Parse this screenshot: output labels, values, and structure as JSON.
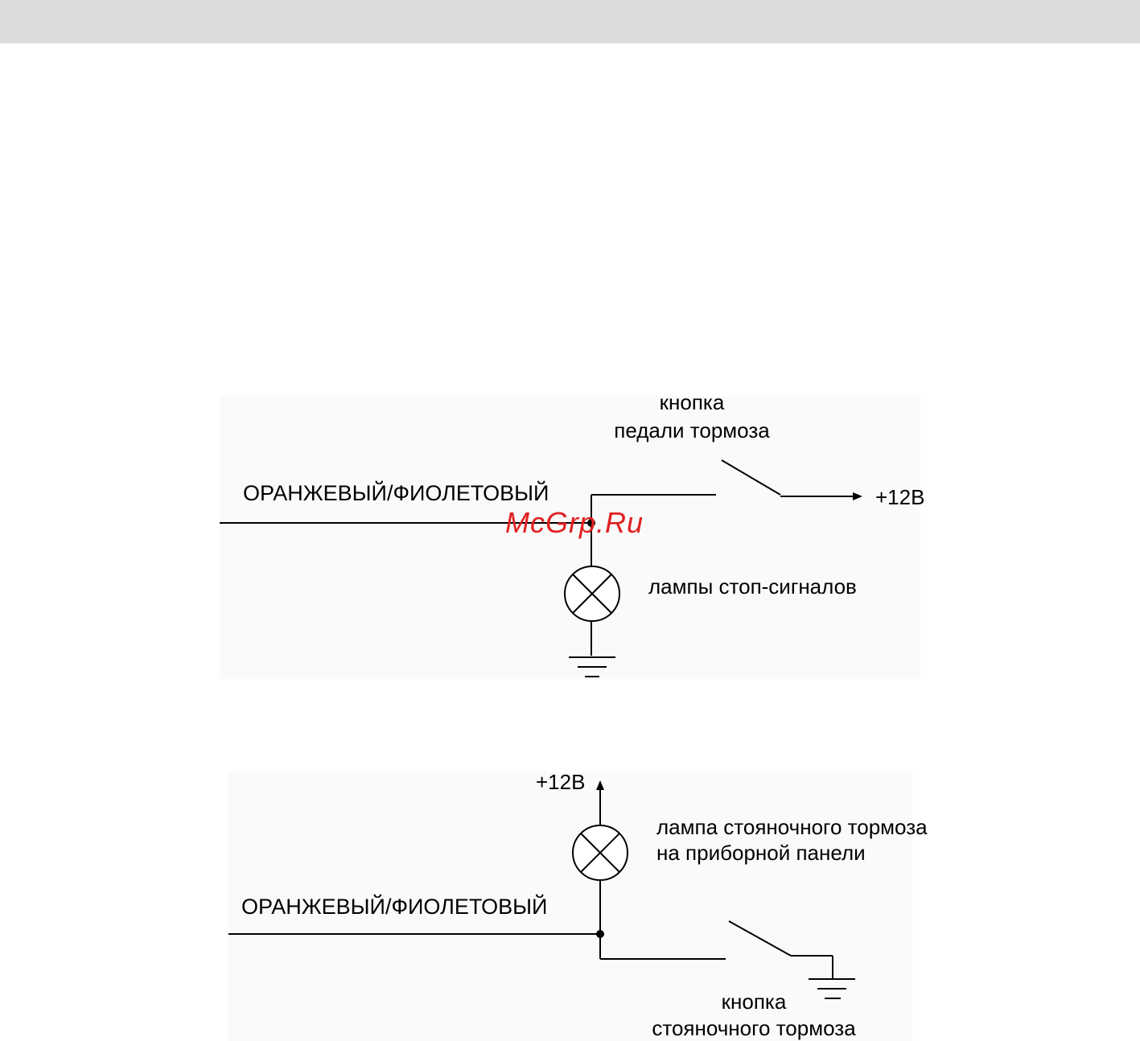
{
  "diagram1": {
    "wire_label": "ОРАНЖЕВЫЙ/ФИОЛЕТОВЫЙ",
    "switch_label_line1": "кнопка",
    "switch_label_line2": "педали тормоза",
    "supply_label": "+12В",
    "lamp_label": "лампы стоп-сигналов"
  },
  "diagram2": {
    "wire_label": "ОРАНЖЕВЫЙ/ФИОЛЕТОВЫЙ",
    "supply_label": "+12В",
    "lamp_label_line1": "лампа стояночного тормоза",
    "lamp_label_line2": "на приборной панели",
    "switch_label_line1": "кнопка",
    "switch_label_line2": "стояночного тормоза"
  },
  "watermark": "McGrp.Ru"
}
